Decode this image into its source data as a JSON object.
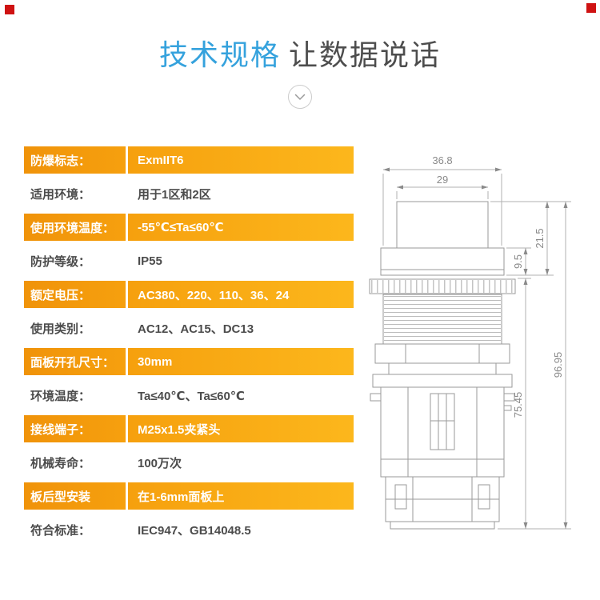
{
  "colors": {
    "accent_blue": "#35a2dd",
    "title_gray": "#4d4d4d",
    "orange_dark": "#f0930a",
    "orange_light": "#fcb71c",
    "row_text_dark": "#4c4c4c",
    "drawing_line_gray": "#9a9a9a",
    "corner_marker_red": "#cf1212"
  },
  "header": {
    "title_highlight": "技术规格",
    "title_rest": "让数据说话",
    "chevron_icon": "chevron-down"
  },
  "spec_table": {
    "rows": [
      {
        "label": "防爆标志：",
        "value": "ExmIIT6",
        "highlighted": true
      },
      {
        "label": "适用环境：",
        "value": "用于1区和2区",
        "highlighted": false
      },
      {
        "label": "使用环境温度：",
        "value": "-55℃≤Ta≤60℃",
        "highlighted": true
      },
      {
        "label": "防护等级：",
        "value": "IP55",
        "highlighted": false
      },
      {
        "label": "额定电压：",
        "value": "AC380、220、110、36、24",
        "highlighted": true
      },
      {
        "label": "使用类别：",
        "value": "AC12、AC15、DC13",
        "highlighted": false
      },
      {
        "label": "面板开孔尺寸：",
        "value": "30mm",
        "highlighted": true
      },
      {
        "label": "环境温度：",
        "value": "Ta≤40℃、Ta≤60℃",
        "highlighted": false
      },
      {
        "label": "接线端子：",
        "value": "M25x1.5夹紧头",
        "highlighted": true
      },
      {
        "label": "机械寿命：",
        "value": "100万次",
        "highlighted": false
      },
      {
        "label": "板后型安装",
        "value": "在1-6mm面板上",
        "highlighted": true
      },
      {
        "label": "符合标准：",
        "value": "IEC947、GB14048.5",
        "highlighted": false
      }
    ]
  },
  "drawing": {
    "dims": {
      "top_width": "36.8",
      "cap_width": "29",
      "head_height": "21.5",
      "bezel_height": "9.5",
      "body_height": "75.45",
      "total_height": "96.95"
    }
  }
}
